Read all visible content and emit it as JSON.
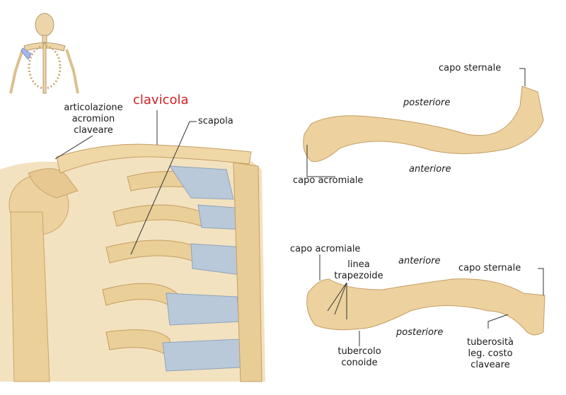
{
  "title_label": "clavicola",
  "colors": {
    "bone": "#edd29f",
    "bone_shadow": "#d2a96a",
    "cartilage": "#b9c9da",
    "title": "#d42020"
  },
  "left_figure": {
    "labels": {
      "joint": [
        "articolazione",
        "acromion",
        "claveare"
      ],
      "scapula": "scapola"
    }
  },
  "top_view": {
    "sternal_end": "capo sternale",
    "posterior": "posteriore",
    "anterior": "anteriore",
    "acromial_end": "capo acromiale"
  },
  "bottom_view": {
    "acromial_end": "capo acromiale",
    "trapezoid_line": [
      "linea",
      "trapezoide"
    ],
    "anterior": "anteriore",
    "sternal_end": "capo sternale",
    "posterior": "posteriore",
    "conoid_tubercle": [
      "tubercolo",
      "conoide"
    ],
    "costoclavicular_tuberosity": [
      "tuberosità",
      "leg. costo",
      "claveare"
    ]
  }
}
